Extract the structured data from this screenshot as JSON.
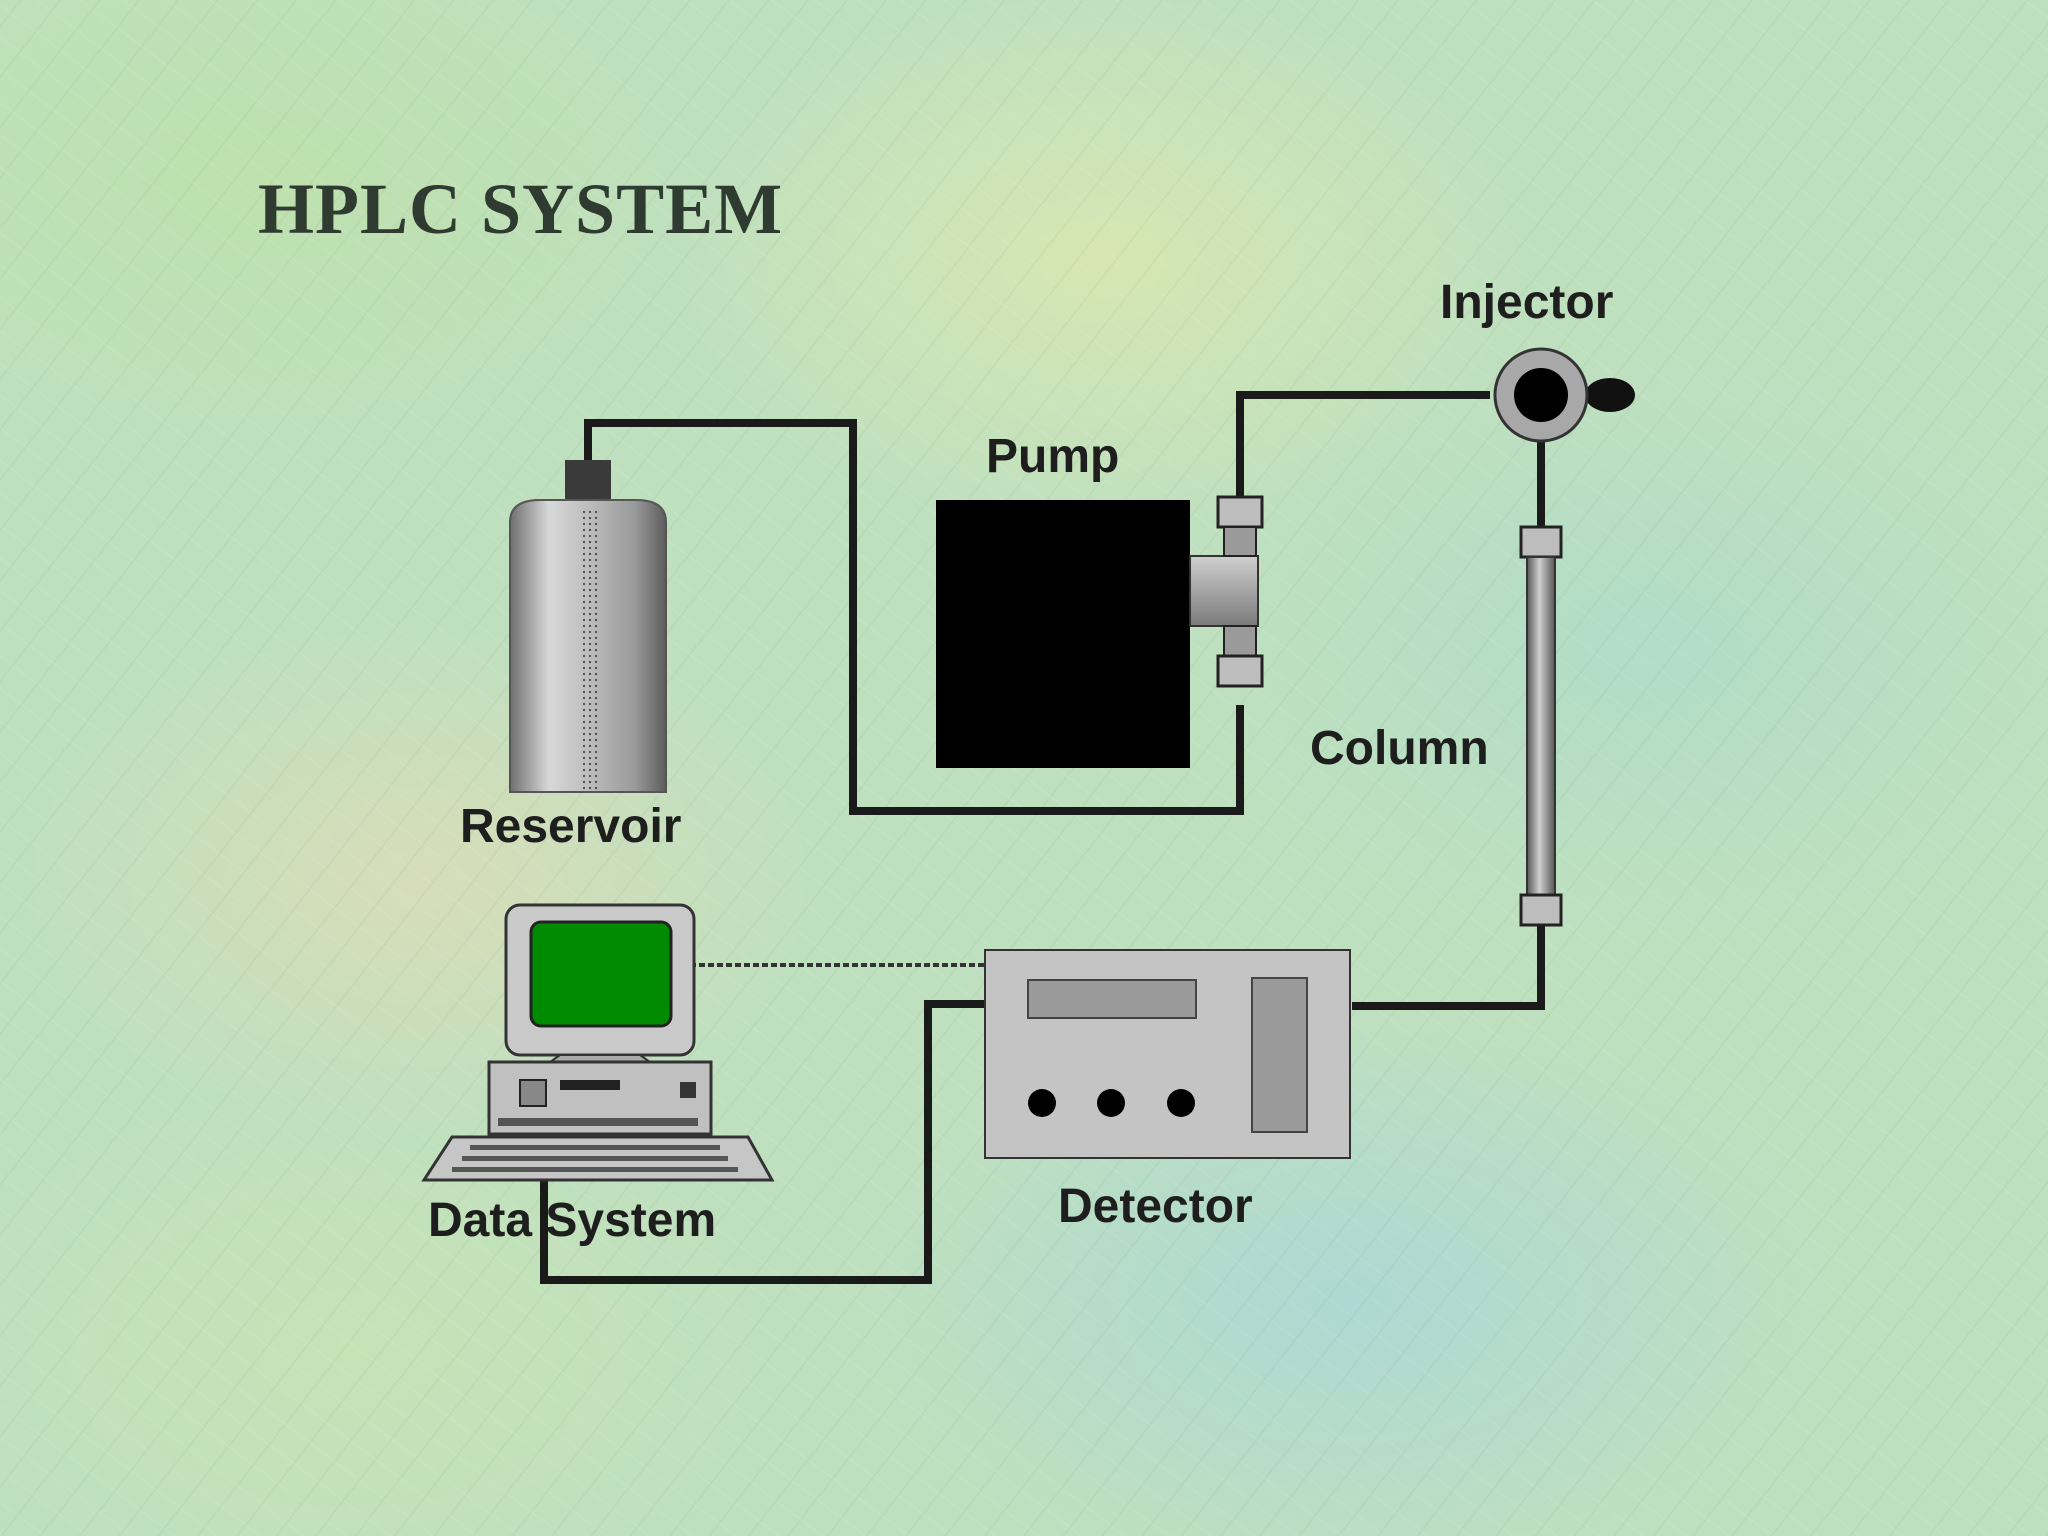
{
  "title": "HPLC SYSTEM",
  "components": {
    "reservoir": "Reservoir",
    "pump": "Pump",
    "injector": "Injector",
    "column": "Column",
    "detector": "Detector",
    "data_system": "Data System"
  },
  "colors": {
    "tubing": "#1a1a1a",
    "pump_body": "#000000",
    "metal": "#a9a9a9",
    "screen": "#008a00",
    "panel": "#c4c4c4",
    "title_text": "#2f3a30"
  }
}
